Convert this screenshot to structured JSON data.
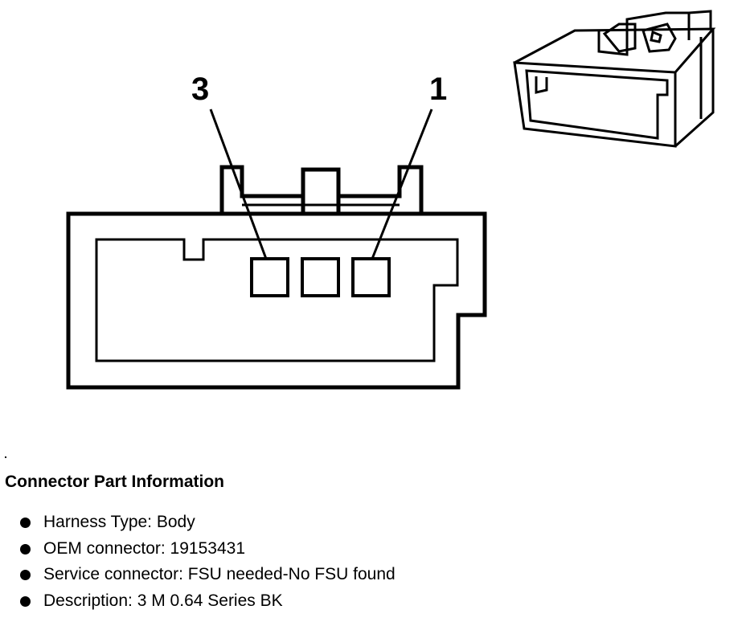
{
  "diagram": {
    "pin_labels": {
      "left": "3",
      "right": "1"
    }
  },
  "info": {
    "title": "Connector Part Information",
    "items": [
      "Harness Type: Body",
      "OEM connector: 19153431",
      "Service connector: FSU needed-No FSU found",
      "Description: 3 M 0.64 Series BK"
    ]
  }
}
